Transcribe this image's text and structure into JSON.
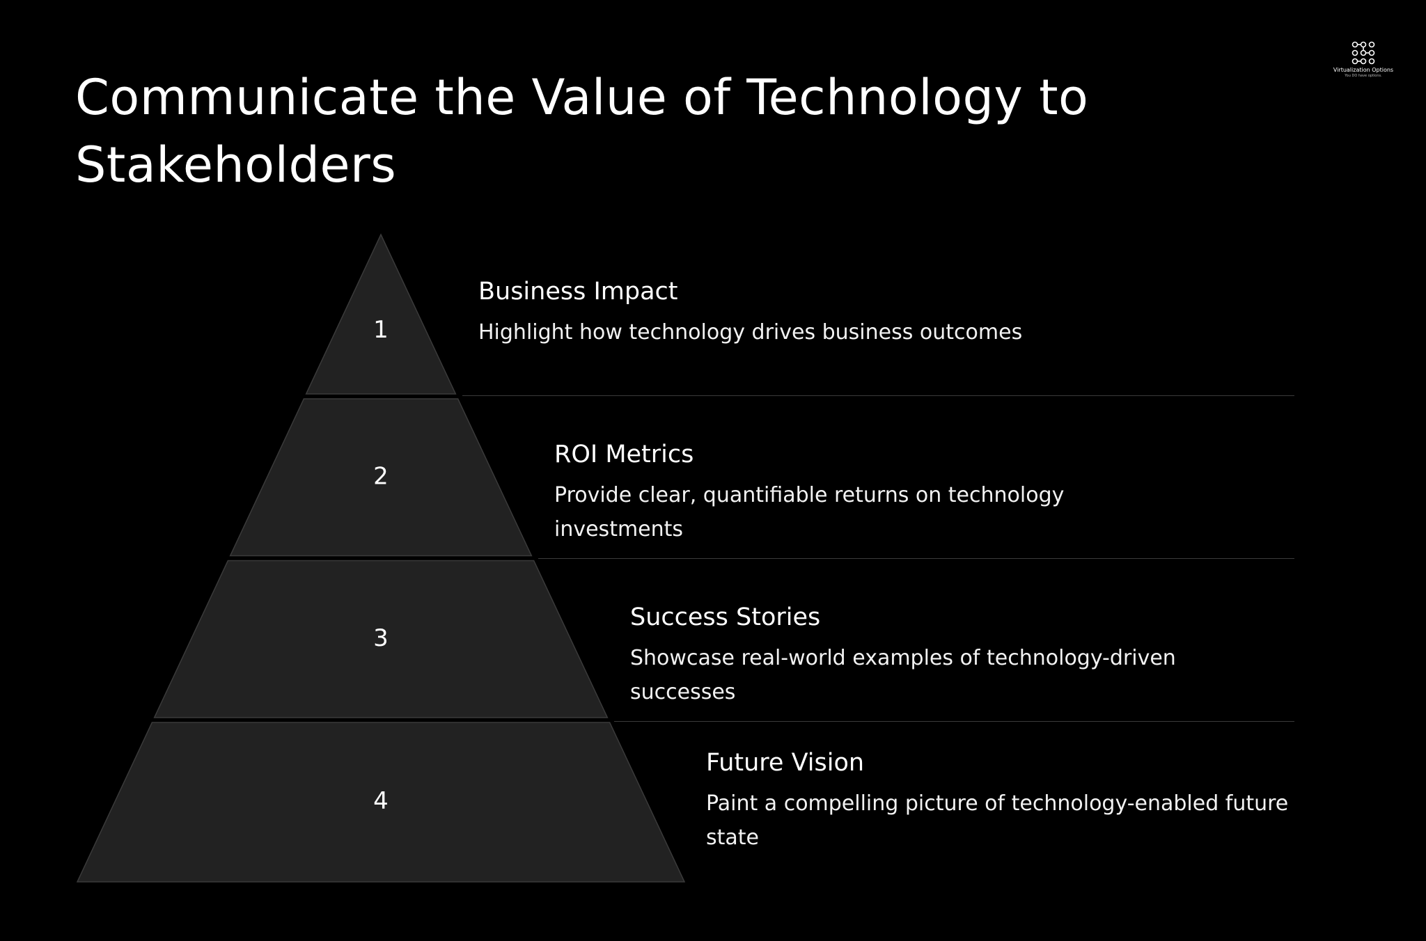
{
  "slide": {
    "title": "Communicate the Value of Technology to Stakeholders"
  },
  "logo": {
    "name": "Virtualization Options",
    "tagline": "You DO have options."
  },
  "pyramid": {
    "fill_color": "#222222",
    "stroke_color": "#3a3a3a",
    "tiers": [
      {
        "number": "1",
        "title": "Business Impact",
        "description": "Highlight how technology drives business outcomes"
      },
      {
        "number": "2",
        "title": "ROI Metrics",
        "description": "Provide clear, quantifiable returns on technology investments"
      },
      {
        "number": "3",
        "title": "Success Stories",
        "description": "Showcase real-world examples of technology-driven successes"
      },
      {
        "number": "4",
        "title": "Future Vision",
        "description": "Paint a compelling picture of technology-enabled future state"
      }
    ]
  }
}
